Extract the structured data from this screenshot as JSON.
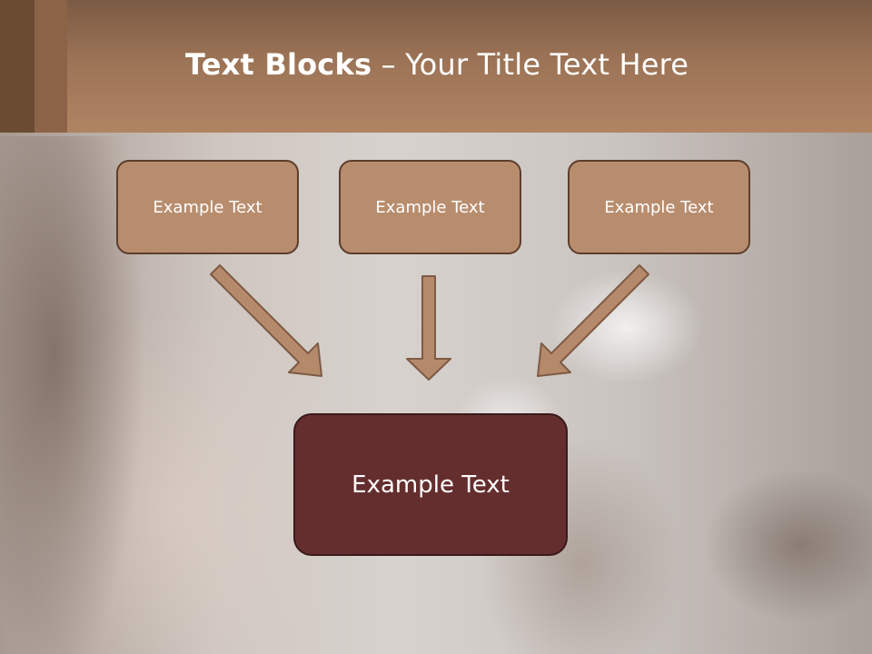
{
  "title": {
    "bold": "Text Blocks",
    "rest": " – Your Title Text Here"
  },
  "blocks": {
    "left": "Example Text",
    "middle": "Example Text",
    "right": "Example Text",
    "bottom": "Example Text"
  },
  "colors": {
    "header": "#b08463",
    "small_box_fill": "#b88d6e",
    "big_box_fill": "#652e2e",
    "arrow_fill": "#b58a6b"
  }
}
